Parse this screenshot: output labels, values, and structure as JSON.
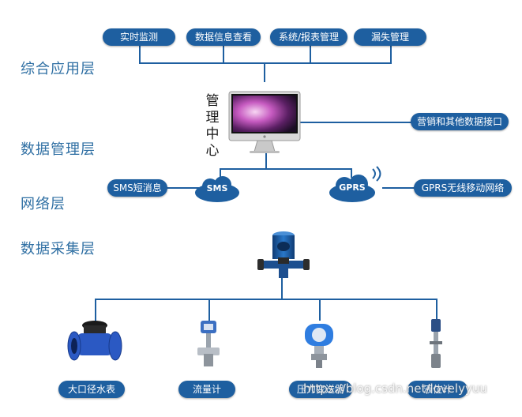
{
  "top_buttons": [
    "实时监测",
    "数据信息查看",
    "系统/报表管理",
    "漏失管理"
  ],
  "layers": {
    "app": "综合应用层",
    "data_mgmt": "数据管理层",
    "network": "网络层",
    "collect": "数据采集层"
  },
  "mgmt_center_chars": [
    "管",
    "理",
    "中",
    "心"
  ],
  "interface_label": "营销和其他数据接口",
  "sms": {
    "label": "SMS短消息",
    "cloud": "SMS"
  },
  "gprs": {
    "label": "GPRS无线移动网络",
    "cloud": "GPRS"
  },
  "devices": [
    "大口径水表",
    "流量计",
    "压力变送器",
    "液位计"
  ],
  "watermark": "https://blog.csdn.net/lovelyyuu",
  "colors": {
    "accent": "#1e5fa0",
    "layer_text": "#2f6fa3"
  },
  "icons": [
    "monitor-icon",
    "cloud-icon",
    "signal-icon",
    "collector-icon",
    "water-meter-icon",
    "flowmeter-icon",
    "pressure-transmitter-icon",
    "level-gauge-icon"
  ]
}
